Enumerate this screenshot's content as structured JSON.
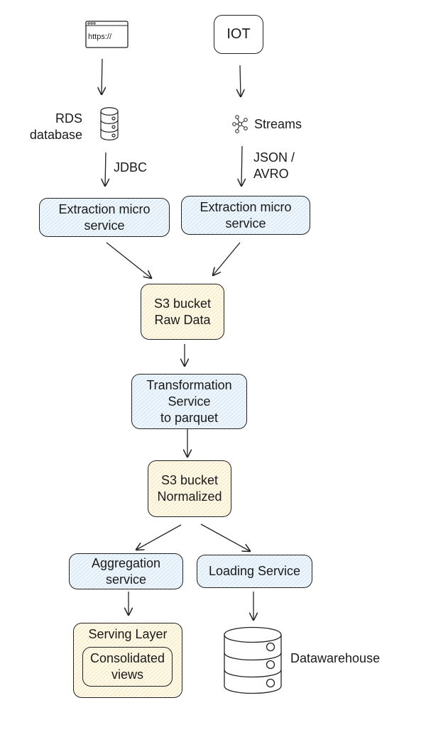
{
  "browser_icon": {
    "url_text": "https://"
  },
  "iot": {
    "label": "IOT"
  },
  "rds": {
    "label": "RDS\ndatabase"
  },
  "streams": {
    "label": "Streams"
  },
  "edges": {
    "jdbc": "JDBC",
    "json_avro": "JSON /\nAVRO"
  },
  "extraction_left": {
    "label": "Extraction micro\nservice"
  },
  "extraction_right": {
    "label": "Extraction micro\nservice"
  },
  "s3_raw": {
    "label": "S3 bucket\nRaw Data"
  },
  "transformation": {
    "label": "Transformation\nService\nto parquet"
  },
  "s3_normalized": {
    "label": "S3 bucket\nNormalized"
  },
  "aggregation": {
    "label": "Aggregation\nservice"
  },
  "loading": {
    "label": "Loading Service"
  },
  "serving_layer": {
    "title": "Serving Layer",
    "inner_label": "Consolidated\nviews"
  },
  "datawarehouse": {
    "label": "Datawarehouse"
  },
  "colors": {
    "service_fill": "#e8f2fb",
    "bucket_fill": "#fbf3dc",
    "stroke": "#222222"
  }
}
